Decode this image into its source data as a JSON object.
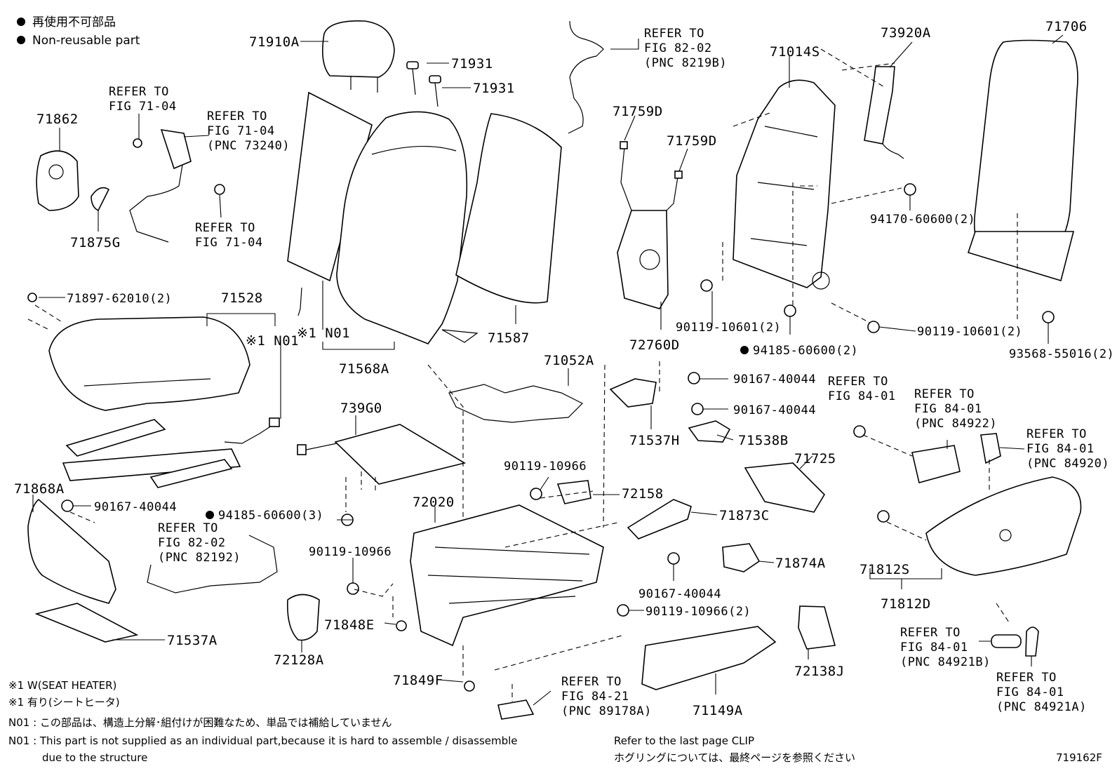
{
  "legend": {
    "jp": "再使用不可部品",
    "en": "Non-reusable part"
  },
  "labels": {
    "p71910A": "71910A",
    "p71931a": "71931",
    "p71931b": "71931",
    "refer_82_02_top_1": "REFER TO",
    "refer_82_02_top_2": "FIG 82-02",
    "refer_82_02_top_3": "(PNC 8219B)",
    "p71014S": "71014S",
    "p73920A": "73920A",
    "p71706": "71706",
    "refer_71_04_a_1": "REFER TO",
    "refer_71_04_a_2": "FIG 71-04",
    "refer_71_04_b_1": "REFER TO",
    "refer_71_04_b_2": "FIG 71-04",
    "refer_71_04_b_3": "(PNC 73240)",
    "p71862": "71862",
    "p71759D_a": "71759D",
    "p71759D_b": "71759D",
    "refer_71_04_c_1": "REFER TO",
    "refer_71_04_c_2": "FIG 71-04",
    "p71875G": "71875G",
    "p94170": "94170-60600(2)",
    "p71897": "71897-62010(2)",
    "p71528": "71528",
    "n01_a": "※1 N01",
    "n01_b": "※1 N01",
    "p71587": "71587",
    "p90119_10601_a": "90119-10601(2)",
    "p90119_10601_b": "90119-10601(2)",
    "p72760D": "72760D",
    "p94185_2": "94185-60600(2)",
    "p93568": "93568-55016(2)",
    "p71568A": "71568A",
    "p71052A": "71052A",
    "p90167_a": "90167-40044",
    "p90167_b": "90167-40044",
    "refer_84_01_a_1": "REFER TO",
    "refer_84_01_a_2": "FIG 84-01",
    "refer_84_01_b_1": "REFER TO",
    "refer_84_01_b_2": "FIG 84-01",
    "refer_84_01_b_3": "(PNC 84922)",
    "p739G0": "739G0",
    "p71537H": "71537H",
    "p71538B": "71538B",
    "refer_84_01_c_1": "REFER TO",
    "refer_84_01_c_2": "FIG 84-01",
    "refer_84_01_c_3": "(PNC 84920)",
    "p71725": "71725",
    "p90119_10966_a": "90119-10966",
    "p72158": "72158",
    "p71868A": "71868A",
    "p90167_c": "90167-40044",
    "p72020": "72020",
    "p94185_3": "94185-60600(3)",
    "p71873C": "71873C",
    "refer_82_02_b_1": "REFER TO",
    "refer_82_02_b_2": "FIG 82-02",
    "refer_82_02_b_3": "(PNC 82192)",
    "p90119_10966_b": "90119-10966",
    "p71874A": "71874A",
    "p71812S": "71812S",
    "p90167_d": "90167-40044",
    "p71812D": "71812D",
    "p71848E": "71848E",
    "p90119_10966_c": "90119-10966(2)",
    "refer_84_01_d_1": "REFER TO",
    "refer_84_01_d_2": "FIG 84-01",
    "refer_84_01_d_3": "(PNC 84921B)",
    "p71537A": "71537A",
    "p72128A": "72128A",
    "p72138J": "72138J",
    "refer_84_01_e_1": "REFER TO",
    "refer_84_01_e_2": "FIG 84-01",
    "refer_84_01_e_3": "(PNC 84921A)",
    "p71849F": "71849F",
    "refer_84_21_1": "REFER TO",
    "refer_84_21_2": "FIG 84-21",
    "refer_84_21_3": "(PNC 89178A)",
    "p71149A": "71149A"
  },
  "notes": {
    "line1": "※1  W(SEAT HEATER)",
    "line2": "※1  有り(シートヒータ)",
    "line3": "N01 : この部品は、構造上分解･組付けが困難なため、単品では補給していません",
    "line4a": "N01 : This part is not supplied as an individual part,because it is hard to assemble / disassemble",
    "line4b": "due to the structure",
    "clip_en": "Refer to the last page CLIP",
    "clip_jp": "ホグリングについては、最終ページを参照ください",
    "figure_id": "719162F"
  }
}
